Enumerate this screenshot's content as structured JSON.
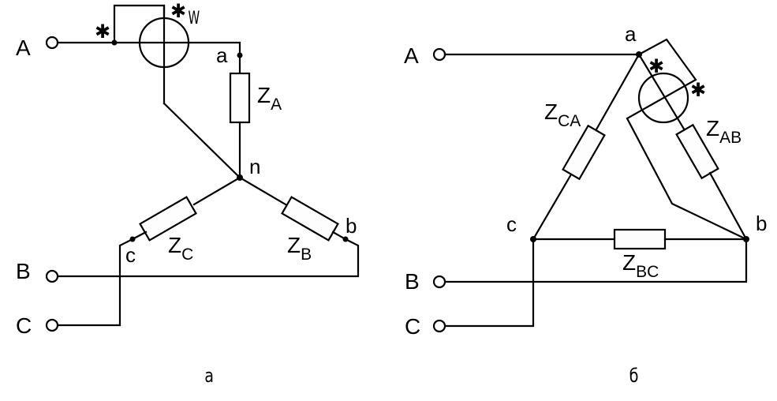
{
  "figure": {
    "title": "Three-phase load connections with wattmeter",
    "diagram_a": {
      "caption": "а",
      "connection": "star (wye)",
      "terminals": [
        "A",
        "B",
        "C"
      ],
      "nodes": [
        "a",
        "b",
        "c",
        "n"
      ],
      "impedances": [
        {
          "main": "Z",
          "sub": "A"
        },
        {
          "main": "Z",
          "sub": "B"
        },
        {
          "main": "Z",
          "sub": "C"
        }
      ],
      "wattmeter": {
        "label": "W",
        "polarity_mark": "✱"
      }
    },
    "diagram_b": {
      "caption": "б",
      "connection": "delta",
      "terminals": [
        "A",
        "B",
        "C"
      ],
      "nodes": [
        "a",
        "b",
        "c"
      ],
      "impedances": [
        {
          "main": "Z",
          "sub": "CA"
        },
        {
          "main": "Z",
          "sub": "AB"
        },
        {
          "main": "Z",
          "sub": "BC"
        }
      ],
      "wattmeter": {
        "label": "",
        "polarity_mark": "✱"
      }
    },
    "colors": {
      "line": "#000000",
      "background": "#ffffff"
    }
  }
}
